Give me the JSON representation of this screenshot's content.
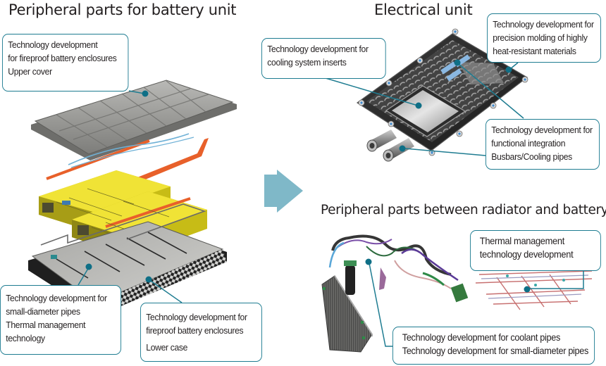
{
  "sections": {
    "battery_unit": {
      "title": "Peripheral parts for battery unit"
    },
    "electrical_unit": {
      "title": "Electrical unit"
    },
    "radiator_battery": {
      "title": "Peripheral parts between radiator and battery"
    }
  },
  "callouts": {
    "upper_cover": {
      "lines": [
        "Technology development",
        "for fireproof battery enclosures",
        "Upper cover"
      ]
    },
    "cooling_inserts": {
      "lines": [
        "Technology development for",
        "cooling system inserts"
      ]
    },
    "precision_molding": {
      "lines": [
        "Technology development for",
        "precision molding of highly",
        "heat-resistant materials"
      ]
    },
    "functional_integration": {
      "lines": [
        "Technology development for",
        "functional integration",
        "Busbars/Cooling pipes"
      ]
    },
    "small_pipes": {
      "lines": [
        "Technology development for",
        "small-diameter pipes",
        "Thermal management",
        "technology"
      ]
    },
    "lower_case": {
      "lines": [
        "Technology development for",
        "fireproof battery enclosures",
        "Lower case"
      ]
    },
    "thermal_mgmt": {
      "lines": [
        "Thermal management",
        "technology development"
      ]
    },
    "coolant_pipes": {
      "lines": [
        "Technology development for coolant pipes",
        "Technology development for small-diameter pipes"
      ]
    }
  },
  "colors": {
    "callout_border": "#1e7c91",
    "leader_dot": "#0f6f86",
    "arrow": "#7fb8c8",
    "battery_module": "#e8dc2a",
    "busbar": "#e8602a",
    "enclosure": "#8c8c8a"
  }
}
